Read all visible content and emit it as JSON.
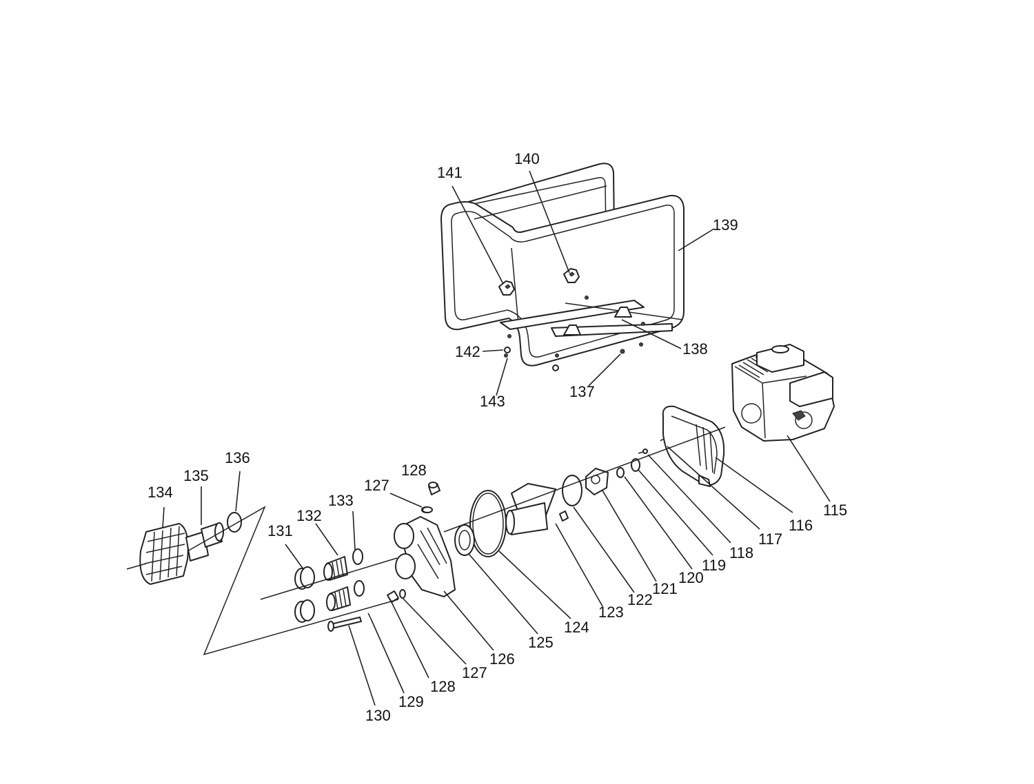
{
  "callouts": [
    {
      "id": "c115",
      "text": "115"
    },
    {
      "id": "c116",
      "text": "116"
    },
    {
      "id": "c117",
      "text": "117"
    },
    {
      "id": "c118",
      "text": "118"
    },
    {
      "id": "c119",
      "text": "119"
    },
    {
      "id": "c120",
      "text": "120"
    },
    {
      "id": "c121",
      "text": "121"
    },
    {
      "id": "c122",
      "text": "122"
    },
    {
      "id": "c123",
      "text": "123"
    },
    {
      "id": "c124",
      "text": "124"
    },
    {
      "id": "c125",
      "text": "125"
    },
    {
      "id": "c126",
      "text": "126"
    },
    {
      "id": "c127a",
      "text": "127"
    },
    {
      "id": "c127b",
      "text": "127"
    },
    {
      "id": "c128a",
      "text": "128"
    },
    {
      "id": "c128b",
      "text": "128"
    },
    {
      "id": "c129",
      "text": "129"
    },
    {
      "id": "c130",
      "text": "130"
    },
    {
      "id": "c131",
      "text": "131"
    },
    {
      "id": "c132",
      "text": "132"
    },
    {
      "id": "c133",
      "text": "133"
    },
    {
      "id": "c134",
      "text": "134"
    },
    {
      "id": "c135",
      "text": "135"
    },
    {
      "id": "c136",
      "text": "136"
    },
    {
      "id": "c137",
      "text": "137"
    },
    {
      "id": "c138",
      "text": "138"
    },
    {
      "id": "c139",
      "text": "139"
    },
    {
      "id": "c140",
      "text": "140"
    },
    {
      "id": "c141",
      "text": "141"
    },
    {
      "id": "c142",
      "text": "142"
    },
    {
      "id": "c143",
      "text": "143"
    }
  ]
}
